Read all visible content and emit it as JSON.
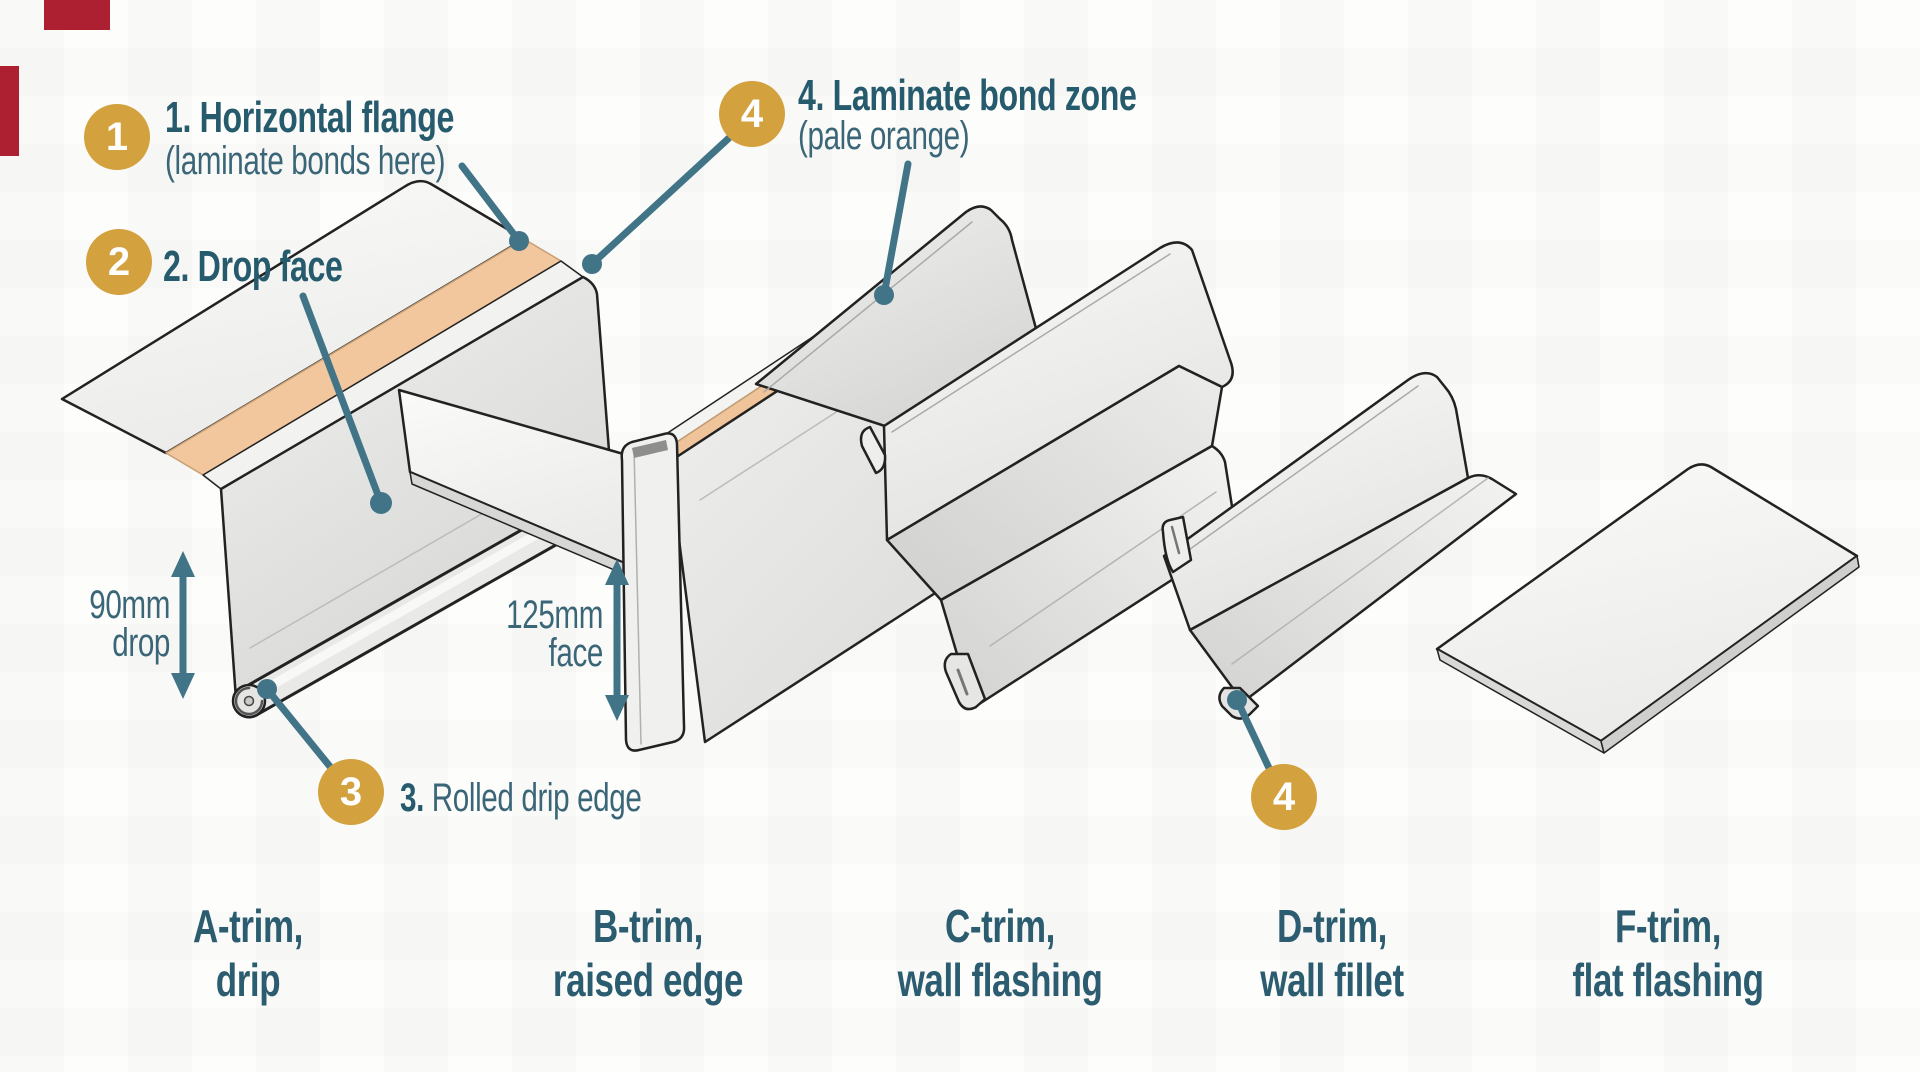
{
  "figure_title": "Laminate trim profiles infographic",
  "palette": {
    "teal_heading": "#265a6d",
    "teal_text": "#3a6678",
    "teal_line": "#427487",
    "trim_label": "#2b5c70",
    "gold_badge": "#d3a13e",
    "bond_orange": "#f3c79e",
    "metal_light": "#f6f6f4",
    "metal_shadow": "#d5d5d3",
    "outline": "#222222",
    "red_mark": "#ac2031"
  },
  "callouts": {
    "c1": {
      "num": "1",
      "title": "1. Horizontal flange",
      "sub": "(laminate bonds here)"
    },
    "c2": {
      "num": "2",
      "title": "2. Drop face"
    },
    "c3": {
      "num": "3",
      "prefix": "3.",
      "text": " Rolled drip edge"
    },
    "c4": {
      "num": "4",
      "title": "4. Laminate bond zone",
      "sub": "(pale orange)"
    },
    "c4b": {
      "num": "4"
    }
  },
  "dimensions": {
    "d1": {
      "value": "90mm",
      "label": "drop"
    },
    "d2": {
      "value": "125mm",
      "label": "face"
    }
  },
  "trims": [
    {
      "name": "A-trim,",
      "type": "drip"
    },
    {
      "name": "B-trim,",
      "type": "raised edge"
    },
    {
      "name": "C-trim,",
      "type": "wall flashing"
    },
    {
      "name": "D-trim,",
      "type": "wall fillet"
    },
    {
      "name": "F-trim,",
      "type": "flat flashing"
    }
  ]
}
